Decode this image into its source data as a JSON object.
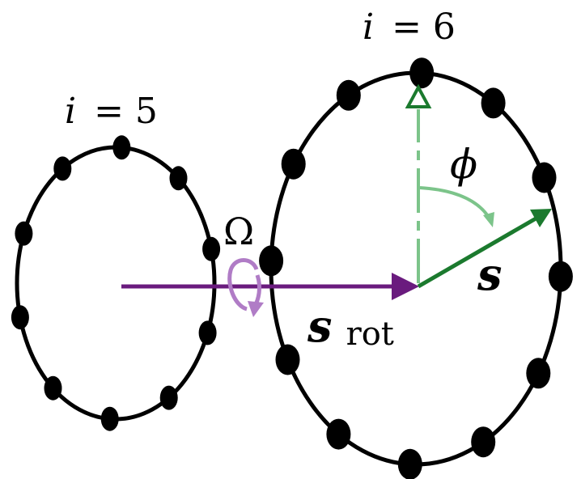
{
  "labels": {
    "ring_left_var": "i",
    "ring_left_eq": "= 5",
    "ring_right_var": "i",
    "ring_right_eq": "= 6",
    "omega": "Ω",
    "phi": "ϕ",
    "s_vec": "s",
    "s_rot_main": "s",
    "s_rot_sub": "rot"
  },
  "colors": {
    "ring": "#000000",
    "bead": "#000000",
    "s_rot_arrow": "#6a1b7e",
    "omega_arrow": "#b07cc6",
    "s_arrow": "#1b7a2e",
    "reference_dash": "#7cc48a",
    "phi_arc": "#7cc48a"
  },
  "rings": [
    {
      "label": "i = 5",
      "bead_count": 10
    },
    {
      "label": "i = 6",
      "bead_count": 12
    }
  ]
}
